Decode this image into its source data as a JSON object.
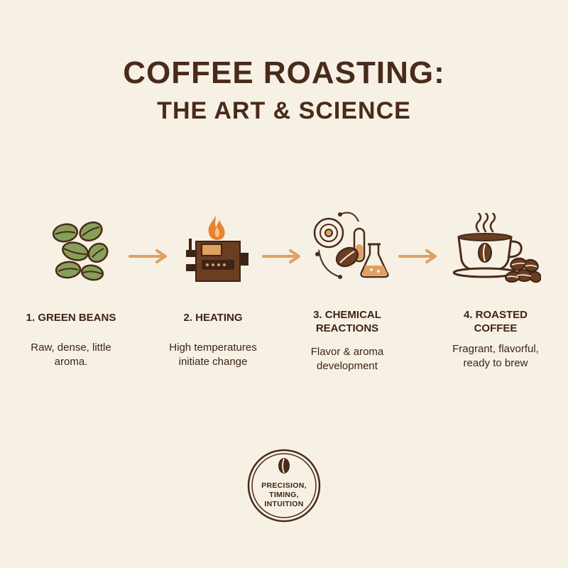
{
  "title": {
    "line1": "COFFEE ROASTING:",
    "line2": "THE ART & SCIENCE"
  },
  "steps": [
    {
      "label_line1": "1. GREEN BEANS",
      "label_line2": "",
      "desc_line1": "Raw, dense, little",
      "desc_line2": "aroma.",
      "icon": "green-beans-icon"
    },
    {
      "label_line1": "2. HEATING",
      "label_line2": "",
      "desc_line1": "High temperatures",
      "desc_line2": "initiate change",
      "icon": "roaster-icon"
    },
    {
      "label_line1": "3. CHEMICAL",
      "label_line2": "REACTIONS",
      "desc_line1": "Flavor & aroma",
      "desc_line2": "development",
      "icon": "chemistry-icon"
    },
    {
      "label_line1": "4. ROASTED",
      "label_line2": "COFFEE",
      "desc_line1": "Fragrant, flavorful,",
      "desc_line2": "ready to brew",
      "icon": "coffee-cup-icon"
    }
  ],
  "seal": {
    "line1": "PRECISION,",
    "line2": "TIMING,",
    "line3": "INTUITION",
    "icon": "coffee-bean-icon"
  },
  "colors": {
    "background": "#f6f1e4",
    "dark_brown": "#4a2a1a",
    "green_bean": "#7f9a52",
    "accent_orange": "#e0a060",
    "flame": "#e8822e"
  }
}
